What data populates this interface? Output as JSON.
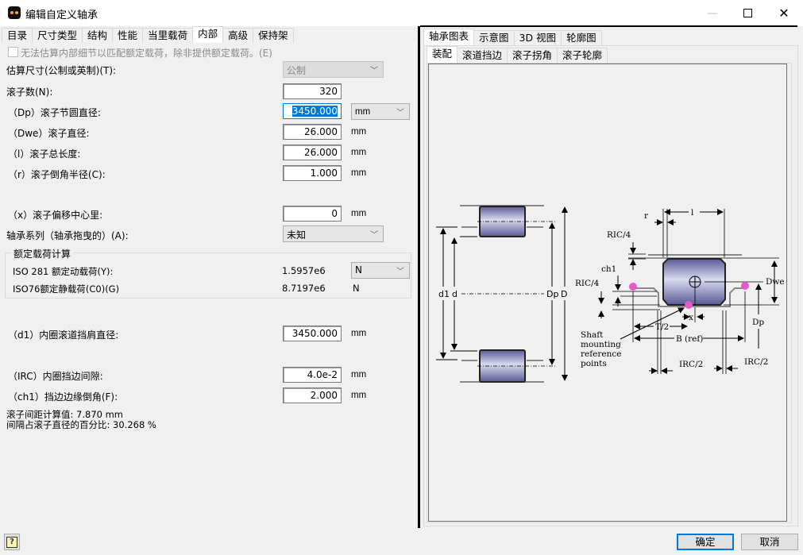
{
  "window": {
    "title": "编辑自定义轴承",
    "minimize": "—",
    "maximize": "□",
    "close": "✕"
  },
  "left_tabs": [
    {
      "label": "目录",
      "active": false
    },
    {
      "label": "尺寸类型",
      "active": false
    },
    {
      "label": "结构",
      "active": false
    },
    {
      "label": "性能",
      "active": false
    },
    {
      "label": "当里载荷",
      "active": false
    },
    {
      "label": "内部",
      "active": true
    },
    {
      "label": "高级",
      "active": false
    },
    {
      "label": "保持架",
      "active": false
    }
  ],
  "internal": {
    "cannot_estimate_checkbox": {
      "label": "无法估算内部细节以匹配额定载荷，除非提供额定载荷。(E)",
      "checked": false,
      "enabled": false
    },
    "estimate_size": {
      "label": "估算尺寸(公制或英制)(T):",
      "value": "公制"
    },
    "roller_count": {
      "label": "滚子数(N):",
      "value": "320"
    },
    "pitch_diameter": {
      "label": "（Dp）滚子节圆直径:",
      "value": "3450.000",
      "unit": "mm"
    },
    "roller_diameter": {
      "label": "（Dwe）滚子直径:",
      "value": "26.000",
      "unit": "mm"
    },
    "roller_length": {
      "label": "（l）滚子总长度:",
      "value": "26.000",
      "unit": "mm"
    },
    "chamfer_radius": {
      "label": "（r）滚子倒角半径(C):",
      "value": "1.000",
      "unit": "mm"
    },
    "roller_offset": {
      "label": "（x）滚子偏移中心里:",
      "value": "0",
      "unit": "mm"
    },
    "bearing_series": {
      "label": "轴承系列（轴承拖曳的）(A):",
      "value": "未知"
    },
    "rated_load_group": {
      "title": "额定载荷计算",
      "dynamic": {
        "label": "ISO 281 额定动载荷(Y):",
        "value": "1.5957e6",
        "unit": "N"
      },
      "static": {
        "label": "ISO76额定静载荷(C0)(G)",
        "value": "8.7197e6",
        "unit": "N"
      }
    },
    "inner_rib_diameter": {
      "label": "（d1）内圈滚道挡肩直径:",
      "value": "3450.000",
      "unit": "mm"
    },
    "inner_rib_clearance": {
      "label": "（IRC）内圈挡边间隙:",
      "value": "4.0e-2",
      "unit": "mm"
    },
    "rib_edge_chamfer": {
      "label": "（ch1）挡边边缘倒角(F):",
      "value": "2.000",
      "unit": "mm"
    },
    "roller_spacing": "滚子间距计算值: 7.870 mm",
    "spacing_percent": "间隔占滚子直径的百分比: 30.268 %"
  },
  "right_tabs": [
    {
      "label": "轴承图表",
      "active": true
    },
    {
      "label": "示意图",
      "active": false
    },
    {
      "label": "3D 视图",
      "active": false
    },
    {
      "label": "轮廓图",
      "active": false
    }
  ],
  "right_sub_tabs": [
    {
      "label": "装配",
      "active": true
    },
    {
      "label": "滚道挡边",
      "active": false
    },
    {
      "label": "滚子拐角",
      "active": false
    },
    {
      "label": "滚子轮廓",
      "active": false
    }
  ],
  "diagram": {
    "labels": {
      "d1": "d1",
      "d": "d",
      "Dp": "Dp",
      "D": "D",
      "l": "l",
      "r": "r",
      "RIC4_top": "RIC/4",
      "ch1": "ch1",
      "RIC4_side": "RIC/4",
      "Dwe": "Dwe",
      "Dp_right": "Dp",
      "x": "x",
      "T2": "T/2",
      "B": "B (ref)",
      "IRC2_left": "IRC/2",
      "IRC2_right": "IRC/2",
      "shaft_note": [
        "Shaft",
        "mounting",
        "reference",
        "points"
      ]
    }
  },
  "footer": {
    "help": "?",
    "ok": "确定",
    "cancel": "取消"
  }
}
